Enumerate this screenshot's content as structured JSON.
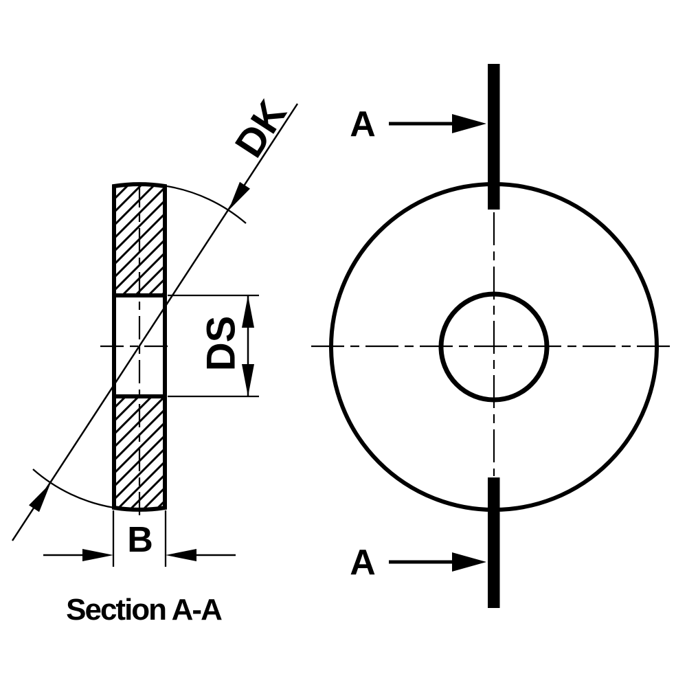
{
  "drawing": {
    "type": "technical-drawing-washer",
    "colors": {
      "ink": "#000000",
      "paper": "#ffffff"
    },
    "labels": {
      "outer_diameter": "DK",
      "inner_diameter": "DS",
      "thickness": "B",
      "section_cut_top": "A",
      "section_cut_bottom": "A",
      "section_title": "Section A-A"
    }
  }
}
